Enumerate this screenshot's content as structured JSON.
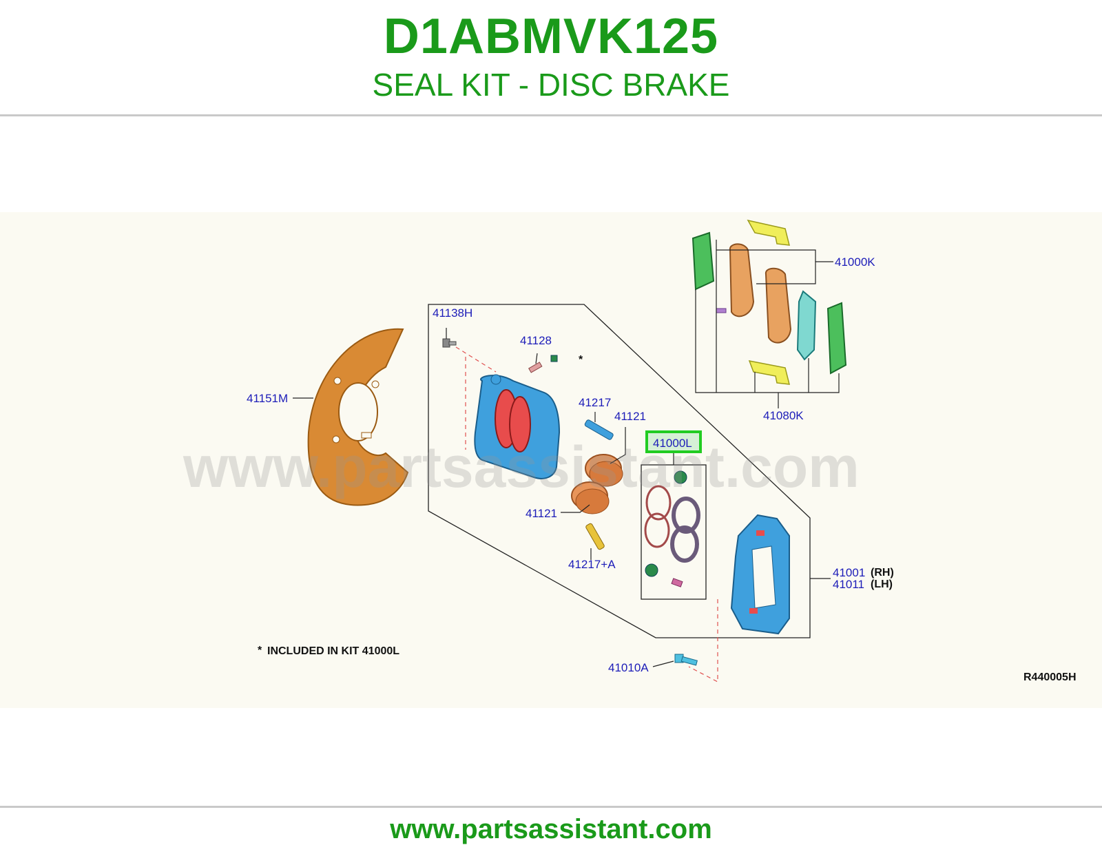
{
  "header": {
    "part_number": "D1ABMVK125",
    "part_name": "SEAL KIT - DISC BRAKE"
  },
  "diagram": {
    "watermark": "www.partsassistant.com",
    "callouts": {
      "c41138H": "41138H",
      "c41128": "41128",
      "c41151M": "41151M",
      "c41217": "41217",
      "c41121_top": "41121",
      "c41000L": "41000L",
      "c41121_bottom": "41121",
      "c41217A": "41217+A",
      "c41000K": "41000K",
      "c41080K": "41080K",
      "c41001": "41001",
      "c41011": "41011",
      "c41010A": "41010A"
    },
    "side_labels": {
      "rh": "(RH)",
      "lh": "(LH)"
    },
    "asterisk": "*",
    "note": "INCLUDED IN KIT 41000L",
    "diagram_code": "R440005H",
    "highlighted_callout": "41000L",
    "highlight_color": "#22cc22"
  },
  "footer": {
    "url": "www.partsassistant.com"
  }
}
